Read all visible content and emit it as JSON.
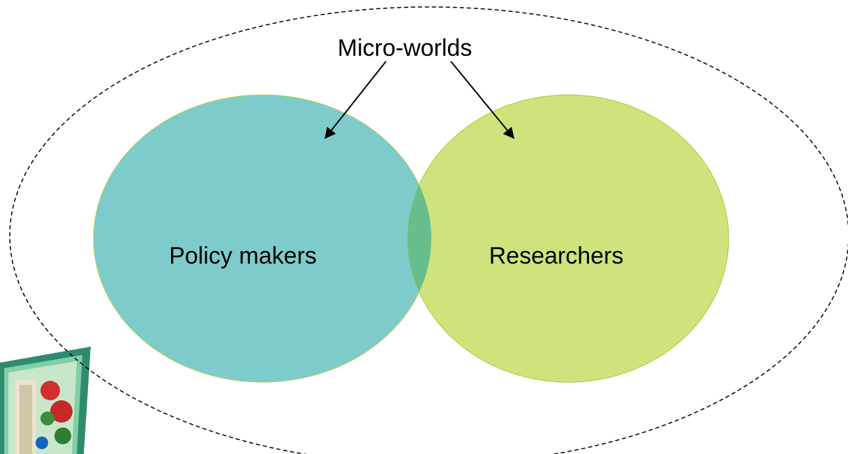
{
  "diagram": {
    "top_label": "Micro-worlds",
    "left_circle_label": "Policy makers",
    "right_circle_label": "Researchers"
  },
  "colors": {
    "left_circle_fill": "#7ecbcb",
    "right_circle_fill": "#cfe37c",
    "overlap_fill": "#68bd8d",
    "outer_ellipse_stroke": "#000000",
    "arrow_stroke": "#000000"
  },
  "icons": {
    "corner_picture": "photo-thumbnail-icon"
  }
}
